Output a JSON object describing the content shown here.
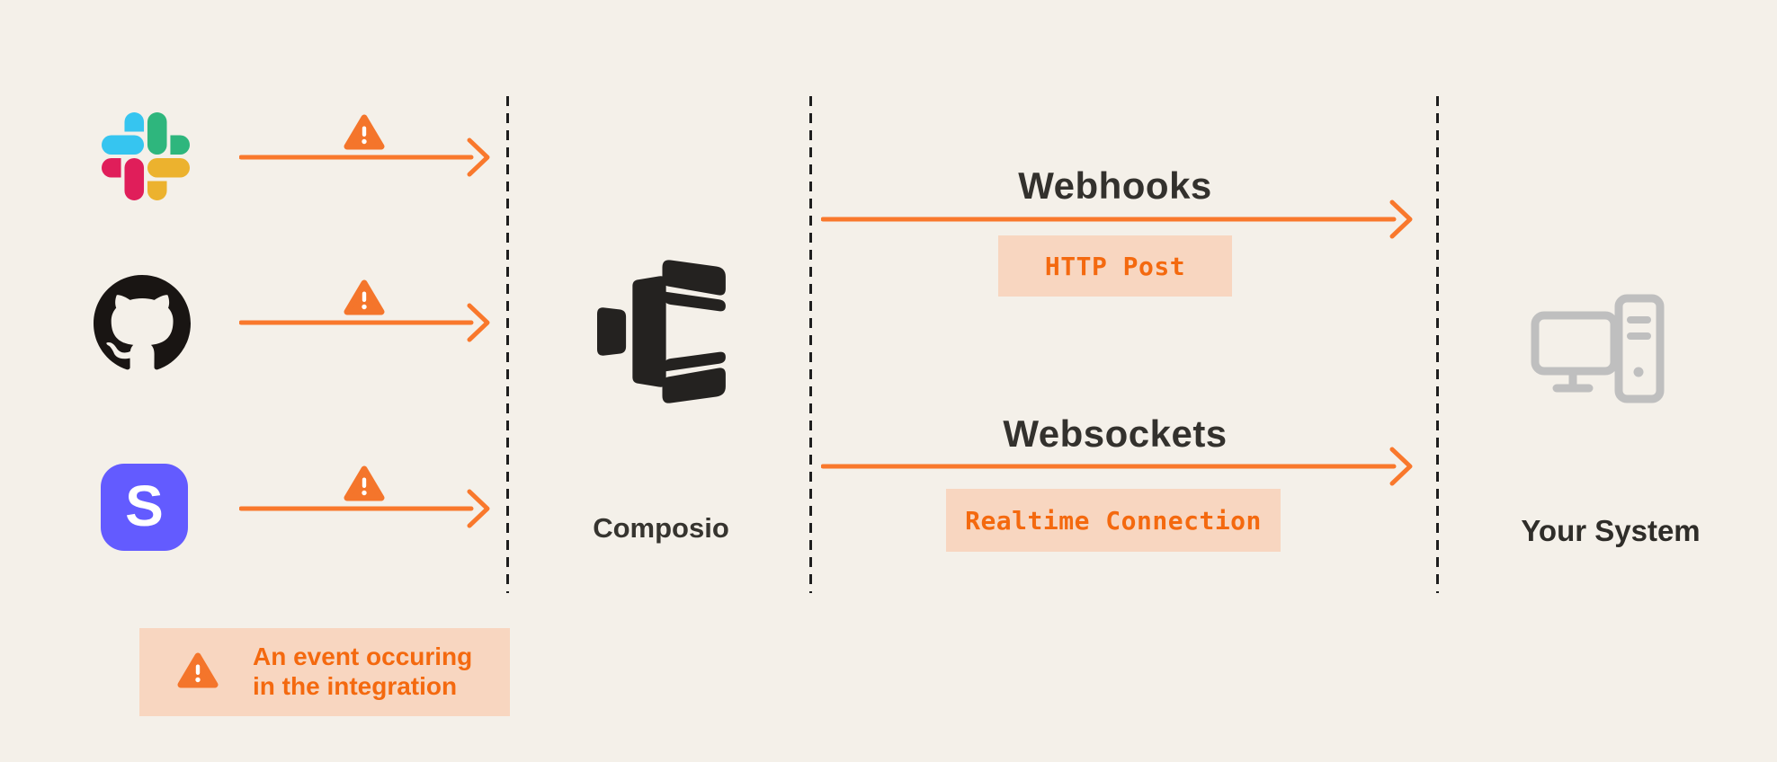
{
  "diagram_title": "Composio event flow diagram",
  "colors": {
    "background": "#f4f0e9",
    "arrow_orange": "#f9782c",
    "text_orange": "#f4690f",
    "peach_badge": "#f8d6c0",
    "dark_text": "#33312d",
    "dashed_line": "#1e1e1e",
    "computer_icon_gray": "#bfbfbf",
    "stripe_purple": "#635bff",
    "slack_blue": "#36c5f0",
    "slack_green": "#2eb67d",
    "slack_red": "#e01e5a",
    "slack_yellow": "#ecb22e",
    "github_black": "#191513",
    "composio_black": "#242220",
    "warning_orange": "#f4752b"
  },
  "sources": [
    {
      "name": "Slack",
      "icon": "slack-icon"
    },
    {
      "name": "GitHub",
      "icon": "github-icon"
    },
    {
      "name": "Stripe",
      "icon": "stripe-icon",
      "glyph": "S"
    }
  ],
  "hub": {
    "label": "Composio",
    "icon": "composio-icon"
  },
  "channels": [
    {
      "title": "Webhooks",
      "badge": "HTTP Post"
    },
    {
      "title": "Websockets",
      "badge": "Realtime Connection"
    }
  ],
  "destination": {
    "label": "Your System",
    "icon": "computer-icon"
  },
  "legend": {
    "icon": "warning-icon",
    "line1": "An event occuring",
    "line2": "in the integration"
  }
}
